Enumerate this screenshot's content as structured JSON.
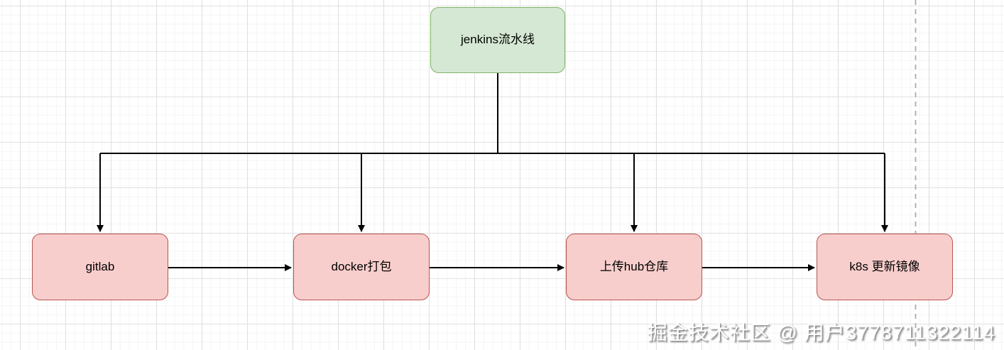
{
  "diagram": {
    "nodes": [
      {
        "id": "jenkins",
        "label": "jenkins流水线",
        "type": "root"
      },
      {
        "id": "gitlab",
        "label": "gitlab",
        "type": "step"
      },
      {
        "id": "docker",
        "label": "docker打包",
        "type": "step"
      },
      {
        "id": "hub",
        "label": "上传hub仓库",
        "type": "step"
      },
      {
        "id": "k8s",
        "label": "k8s 更新镜像",
        "type": "step"
      }
    ],
    "edges": [
      {
        "from": "jenkins",
        "to": "gitlab"
      },
      {
        "from": "jenkins",
        "to": "docker"
      },
      {
        "from": "jenkins",
        "to": "hub"
      },
      {
        "from": "jenkins",
        "to": "k8s"
      },
      {
        "from": "gitlab",
        "to": "docker"
      },
      {
        "from": "docker",
        "to": "hub"
      },
      {
        "from": "hub",
        "to": "k8s"
      }
    ],
    "colors": {
      "root_fill": "#d5e8d4",
      "root_border": "#82b366",
      "step_fill": "#f8cecc",
      "step_border": "#b85450",
      "edge": "#000000",
      "page_break": "#b3b3b3"
    }
  },
  "watermark": {
    "text": "掘金技术社区 @ 用户3778711322114"
  }
}
